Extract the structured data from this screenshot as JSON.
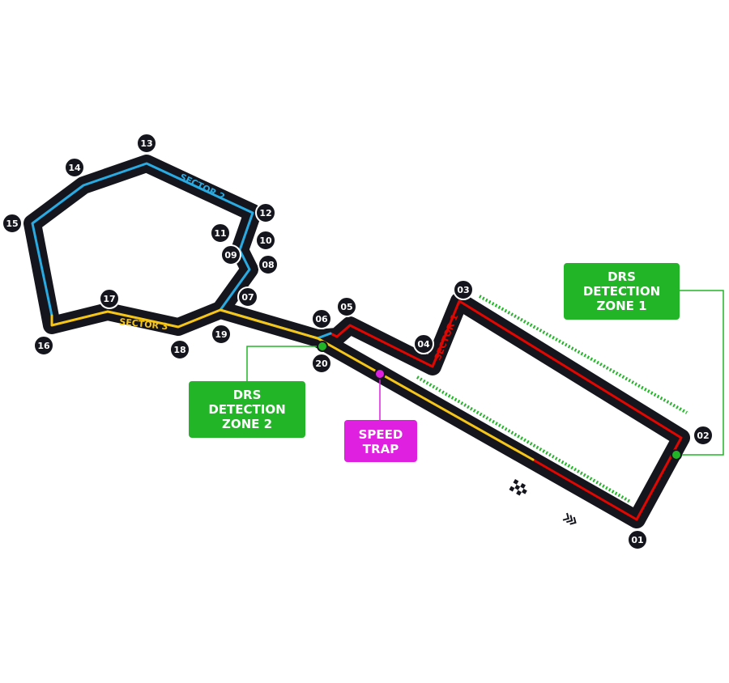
{
  "colors": {
    "track": "#15151e",
    "sector1": "#e10600",
    "sector2": "#29abe2",
    "sector3": "#f5c518",
    "drs_zone": "#22b527",
    "speed_trap": "#e020e0",
    "label_text": "#ffffff"
  },
  "corners": [
    "01",
    "02",
    "03",
    "04",
    "05",
    "06",
    "07",
    "08",
    "09",
    "10",
    "11",
    "12",
    "13",
    "14",
    "15",
    "16",
    "17",
    "18",
    "19",
    "20"
  ],
  "sectors": {
    "sector1": "SECTOR 1",
    "sector2": "SECTOR 2",
    "sector3": "SECTOR 3"
  },
  "drs_detection_zones": [
    {
      "line1": "DRS",
      "line2": "DETECTION",
      "line3": "ZONE 1"
    },
    {
      "line1": "DRS",
      "line2": "DETECTION",
      "line3": "ZONE 2"
    }
  ],
  "speed_trap": {
    "line1": "SPEED",
    "line2": "TRAP"
  },
  "icons": {
    "finish": "checkered-flag-icon",
    "direction": "direction-chevrons-icon"
  }
}
